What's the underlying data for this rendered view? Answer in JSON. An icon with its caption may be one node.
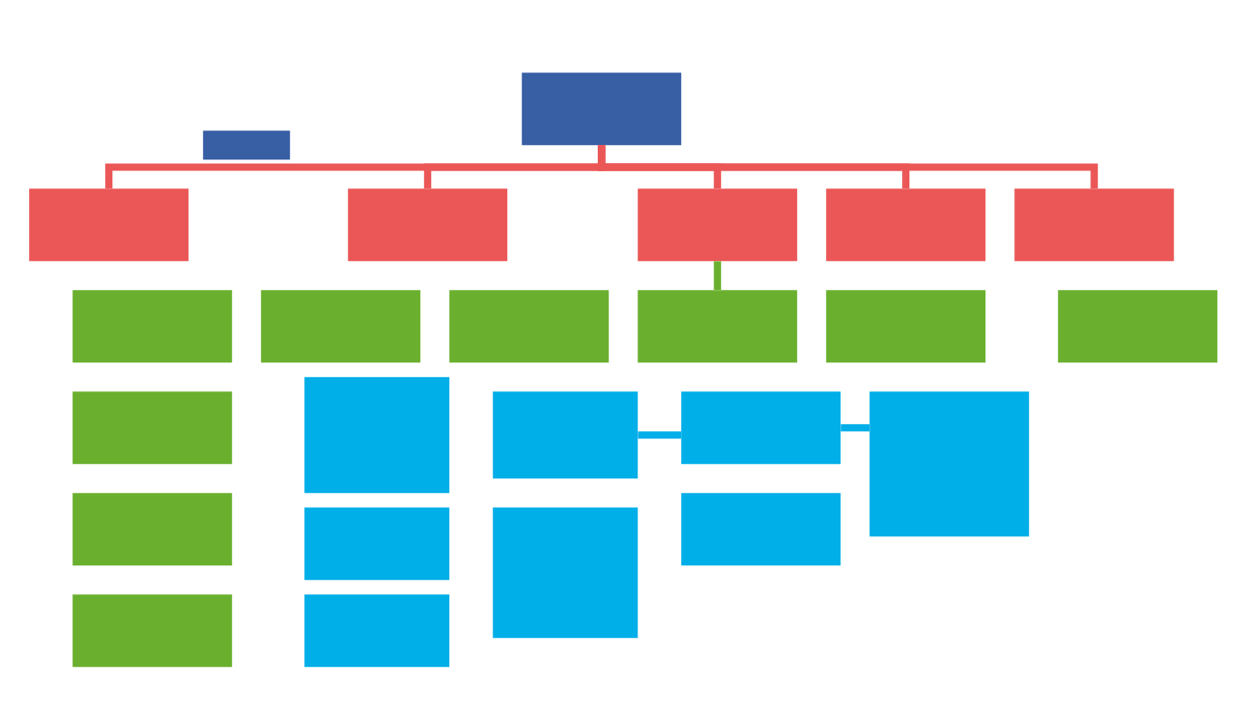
{
  "diagram": {
    "nodes": [
      {
        "text": [],
        "shape": "box"
      },
      {
        "text": [],
        "shape": "box"
      },
      {
        "text": [],
        "shape": "box"
      },
      {
        "text": [],
        "shape": "box"
      },
      {
        "text": [],
        "shape": "box"
      },
      {
        "text": [],
        "shape": "box"
      },
      {
        "text": [],
        "shape": "box"
      },
      {
        "text": [],
        "shape": "box"
      },
      {
        "text": [],
        "shape": "box"
      },
      {
        "text": [],
        "shape": "box"
      },
      {
        "text": [],
        "shape": "box"
      },
      {
        "text": [],
        "shape": "box"
      },
      {
        "text": [],
        "shape": "box"
      },
      {
        "text": [],
        "shape": "box"
      },
      {
        "text": [],
        "shape": "box"
      },
      {
        "text": [],
        "shape": "box"
      },
      {
        "text": [],
        "shape": "box"
      },
      {
        "text": [],
        "shape": "box"
      },
      {
        "text": [],
        "shape": "box"
      },
      {
        "text": [],
        "shape": "box"
      },
      {
        "text": [],
        "shape": "box"
      },
      {
        "text": [],
        "shape": "box"
      },
      {
        "text": [],
        "shape": "box"
      },
      {
        "text": [],
        "shape": "box"
      }
    ],
    "edges": [
      {
        "from": 0,
        "to": 2,
        "arrow": "none"
      },
      {
        "from": 0,
        "to": 3,
        "arrow": "none"
      },
      {
        "from": 0,
        "to": 4,
        "arrow": "none"
      },
      {
        "from": 0,
        "to": 5,
        "arrow": "none"
      },
      {
        "from": 0,
        "to": 6,
        "arrow": "none"
      },
      {
        "from": 4,
        "to": 10,
        "arrow": "none",
        "color": "#6ab02e"
      },
      {
        "from": 17,
        "to": 18,
        "arrow": "none",
        "color": "#00aee8"
      },
      {
        "from": 18,
        "to": 19,
        "arrow": "none",
        "color": "#00aee8"
      }
    ]
  }
}
